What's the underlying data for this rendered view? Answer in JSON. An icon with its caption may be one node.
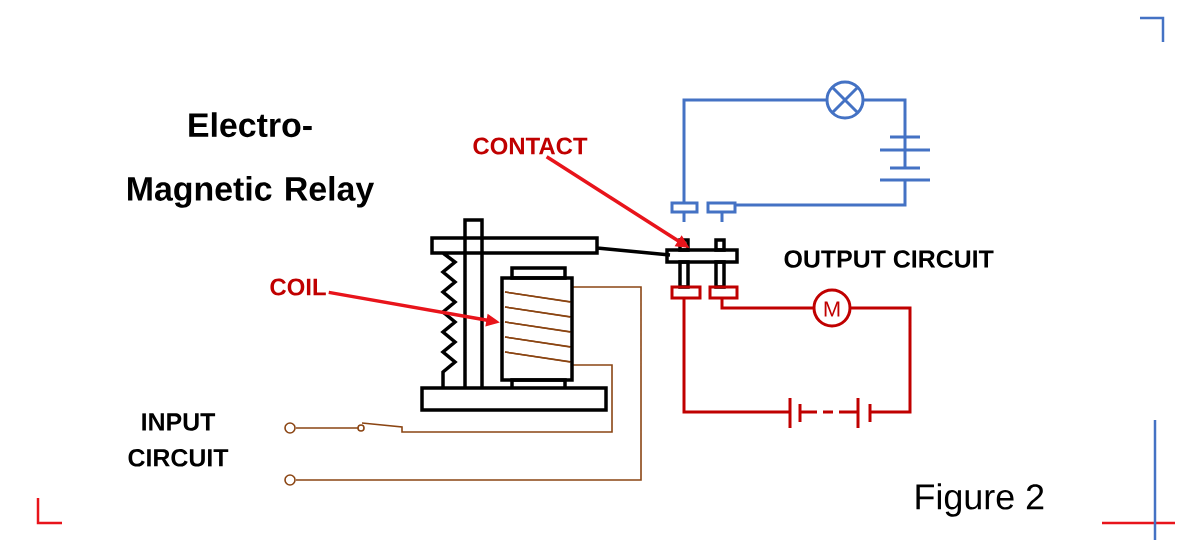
{
  "diagram": {
    "title": "Electro-Magnetic Relay",
    "caption": "Figure 2",
    "nodes": [
      {
        "text": [
          "CONTACT"
        ]
      },
      {
        "text": [],
        "shape": "box"
      },
      {
        "text": [
          "COIL"
        ]
      },
      {
        "text": [],
        "shape": "box"
      }
    ],
    "edges": [
      {
        "from": 0,
        "to": 1,
        "arrow": "to"
      },
      {
        "from": 2,
        "to": 3,
        "arrow": "to"
      }
    ],
    "labels": [
      "M",
      "OUTPUT CIRCUIT",
      "INPUT CIRCUIT"
    ]
  }
}
